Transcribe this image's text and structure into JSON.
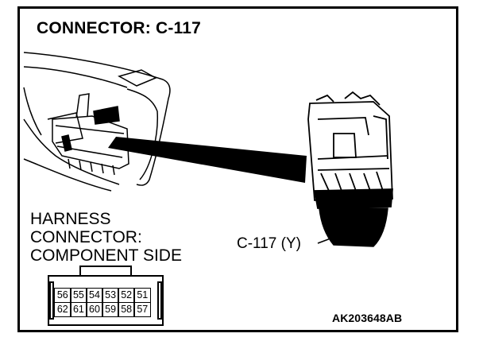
{
  "title": "CONNECTOR: C-117",
  "harness_lines": [
    "HARNESS",
    "CONNECTOR:",
    "COMPONENT SIDE"
  ],
  "callout_label": "C-117 (Y)",
  "figure_code": "AK203648AB",
  "pin_rows": [
    [
      "56",
      "55",
      "54",
      "53",
      "52",
      "51"
    ],
    [
      "62",
      "61",
      "60",
      "59",
      "58",
      "57"
    ]
  ]
}
